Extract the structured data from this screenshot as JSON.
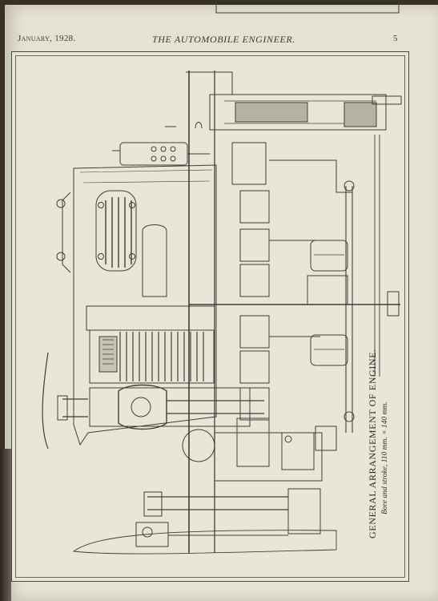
{
  "header": {
    "date": "January, 1928.",
    "journal": "THE AUTOMOBILE ENGINEER.",
    "page_number": "5"
  },
  "figure": {
    "caption_title": "GENERAL ARRANGEMENT OF ENGINE.",
    "caption_subtitle": "Bore and stroke, 110 mm. × 140 mm."
  },
  "colors": {
    "paper": "#e6e2d2",
    "ink": "#3b3a36"
  }
}
